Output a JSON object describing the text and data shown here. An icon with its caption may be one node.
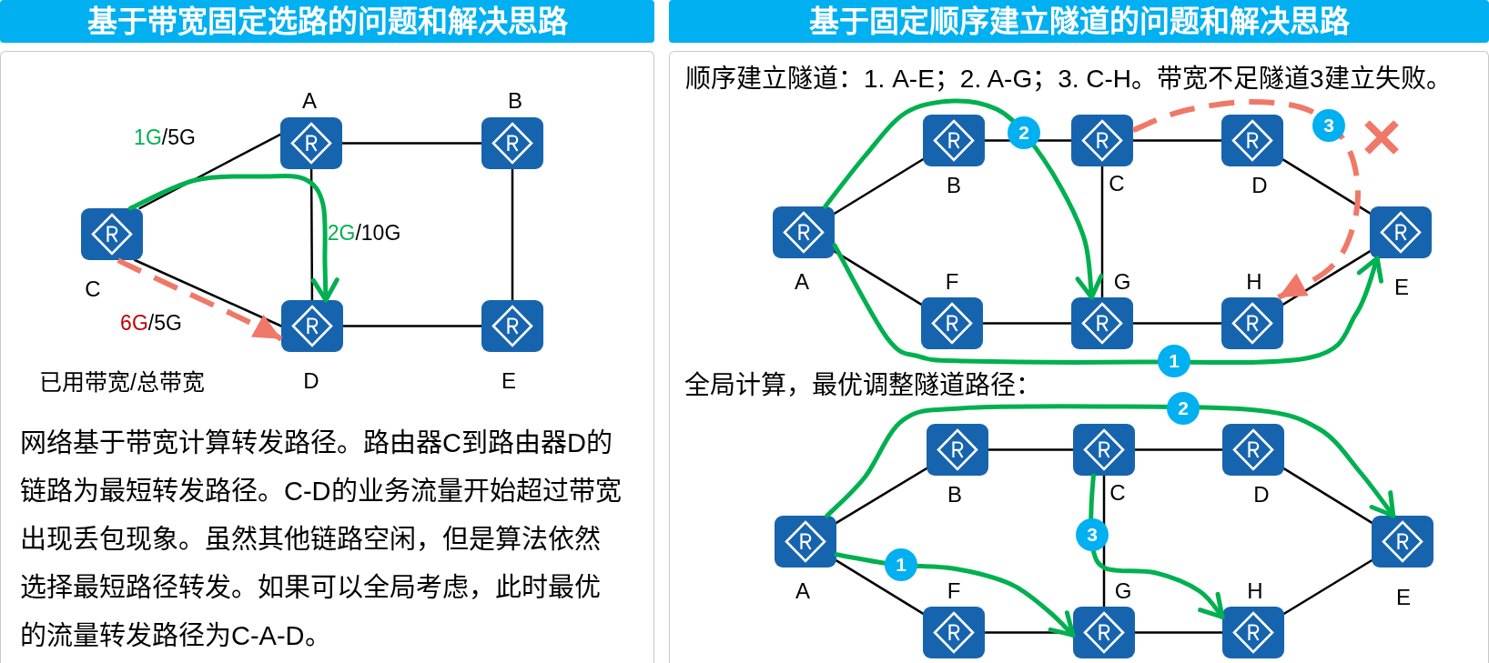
{
  "diagram": {
    "nodes": [
      {
        "text": [
          "基于带宽固定选路的问题和解决思路"
        ]
      },
      {
        "text": [],
        "shape": "box"
      },
      {
        "text": [
          "A"
        ],
        "in": 1
      },
      {
        "text": [
          "B"
        ],
        "in": 1
      },
      {
        "text": [
          "C"
        ],
        "in": 1
      },
      {
        "text": [
          "D"
        ],
        "in": 1
      },
      {
        "text": [
          "E"
        ],
        "in": 1
      },
      {
        "text": [
          "基于固定顺序建立隧道的问题和解决思路"
        ]
      },
      {
        "text": [],
        "shape": "box"
      },
      {
        "text": [
          "A"
        ],
        "in": 8
      },
      {
        "text": [
          "B"
        ],
        "in": 8
      },
      {
        "text": [
          "C"
        ],
        "in": 8
      },
      {
        "text": [
          "D"
        ],
        "in": 8
      },
      {
        "text": [
          "E"
        ],
        "in": 8
      },
      {
        "text": [
          "F"
        ],
        "in": 8
      },
      {
        "text": [
          "G"
        ],
        "in": 8
      },
      {
        "text": [
          "H"
        ],
        "in": 8
      },
      {
        "text": [
          "A"
        ],
        "in": 8
      },
      {
        "text": [
          "B"
        ],
        "in": 8
      },
      {
        "text": [
          "C"
        ],
        "in": 8
      },
      {
        "text": [
          "D"
        ],
        "in": 8
      },
      {
        "text": [
          "E"
        ],
        "in": 8
      },
      {
        "text": [
          "F"
        ],
        "in": 8
      },
      {
        "text": [
          "G"
        ],
        "in": 8
      },
      {
        "text": [
          "H"
        ],
        "in": 8
      }
    ],
    "edges": [
      {
        "from": 4,
        "to": 2,
        "arrow": "none",
        "label": "1G/5G"
      },
      {
        "from": 2,
        "to": 3,
        "arrow": "none"
      },
      {
        "from": 2,
        "to": 5,
        "arrow": "none",
        "label": "2G/10G"
      },
      {
        "from": 3,
        "to": 6,
        "arrow": "none"
      },
      {
        "from": 4,
        "to": 5,
        "arrow": "none",
        "label": "6G/5G"
      },
      {
        "from": 5,
        "to": 6,
        "arrow": "none"
      },
      {
        "from": 4,
        "to": 5,
        "arrow": "to",
        "style": "thick",
        "color": "#00b050"
      },
      {
        "from": 4,
        "to": 5,
        "arrow": "to",
        "style": "dashed",
        "color": "#f07868"
      },
      {
        "from": 9,
        "to": 10,
        "arrow": "none"
      },
      {
        "from": 10,
        "to": 11,
        "arrow": "none"
      },
      {
        "from": 11,
        "to": 12,
        "arrow": "none"
      },
      {
        "from": 12,
        "to": 13,
        "arrow": "none"
      },
      {
        "from": 9,
        "to": 14,
        "arrow": "none"
      },
      {
        "from": 14,
        "to": 15,
        "arrow": "none"
      },
      {
        "from": 15,
        "to": 16,
        "arrow": "none"
      },
      {
        "from": 16,
        "to": 13,
        "arrow": "none"
      },
      {
        "from": 11,
        "to": 15,
        "arrow": "none"
      },
      {
        "from": 9,
        "to": 13,
        "arrow": "to",
        "label": "1",
        "style": "thick",
        "color": "#00b050"
      },
      {
        "from": 9,
        "to": 15,
        "arrow": "to",
        "label": "2",
        "style": "thick",
        "color": "#00b050"
      },
      {
        "from": 11,
        "to": 16,
        "arrow": "to",
        "label": "3",
        "style": "dashed",
        "color": "#f07868"
      },
      {
        "from": 17,
        "to": 18,
        "arrow": "none"
      },
      {
        "from": 18,
        "to": 19,
        "arrow": "none"
      },
      {
        "from": 19,
        "to": 20,
        "arrow": "none"
      },
      {
        "from": 20,
        "to": 21,
        "arrow": "none"
      },
      {
        "from": 17,
        "to": 22,
        "arrow": "none"
      },
      {
        "from": 22,
        "to": 23,
        "arrow": "none"
      },
      {
        "from": 23,
        "to": 24,
        "arrow": "none"
      },
      {
        "from": 24,
        "to": 21,
        "arrow": "none"
      },
      {
        "from": 19,
        "to": 23,
        "arrow": "none"
      },
      {
        "from": 17,
        "to": 21,
        "arrow": "to",
        "label": "2",
        "style": "thick",
        "color": "#00b050"
      },
      {
        "from": 17,
        "to": 23,
        "arrow": "to",
        "label": "1",
        "style": "thick",
        "color": "#00b050"
      },
      {
        "from": 19,
        "to": 24,
        "arrow": "to",
        "label": "3",
        "style": "thick",
        "color": "#00b050"
      }
    ],
    "labels": [
      "已用带宽/总带宽",
      "网络基于带宽计算转发路径。路由器C到路由器D的链路为最短转发路径。C-D的业务流量开始超过带宽出现丢包现象。虽然其他链路空闲，但是算法依然选择最短路径转发。如果可以全局考虑，此时最优的流量转发路径为C-A-D。",
      "顺序建立隧道：1. A-E；2. A-G；3. C-H。带宽不足隧道3建立失败。",
      "全局计算，最优调整隧道路径："
    ]
  }
}
